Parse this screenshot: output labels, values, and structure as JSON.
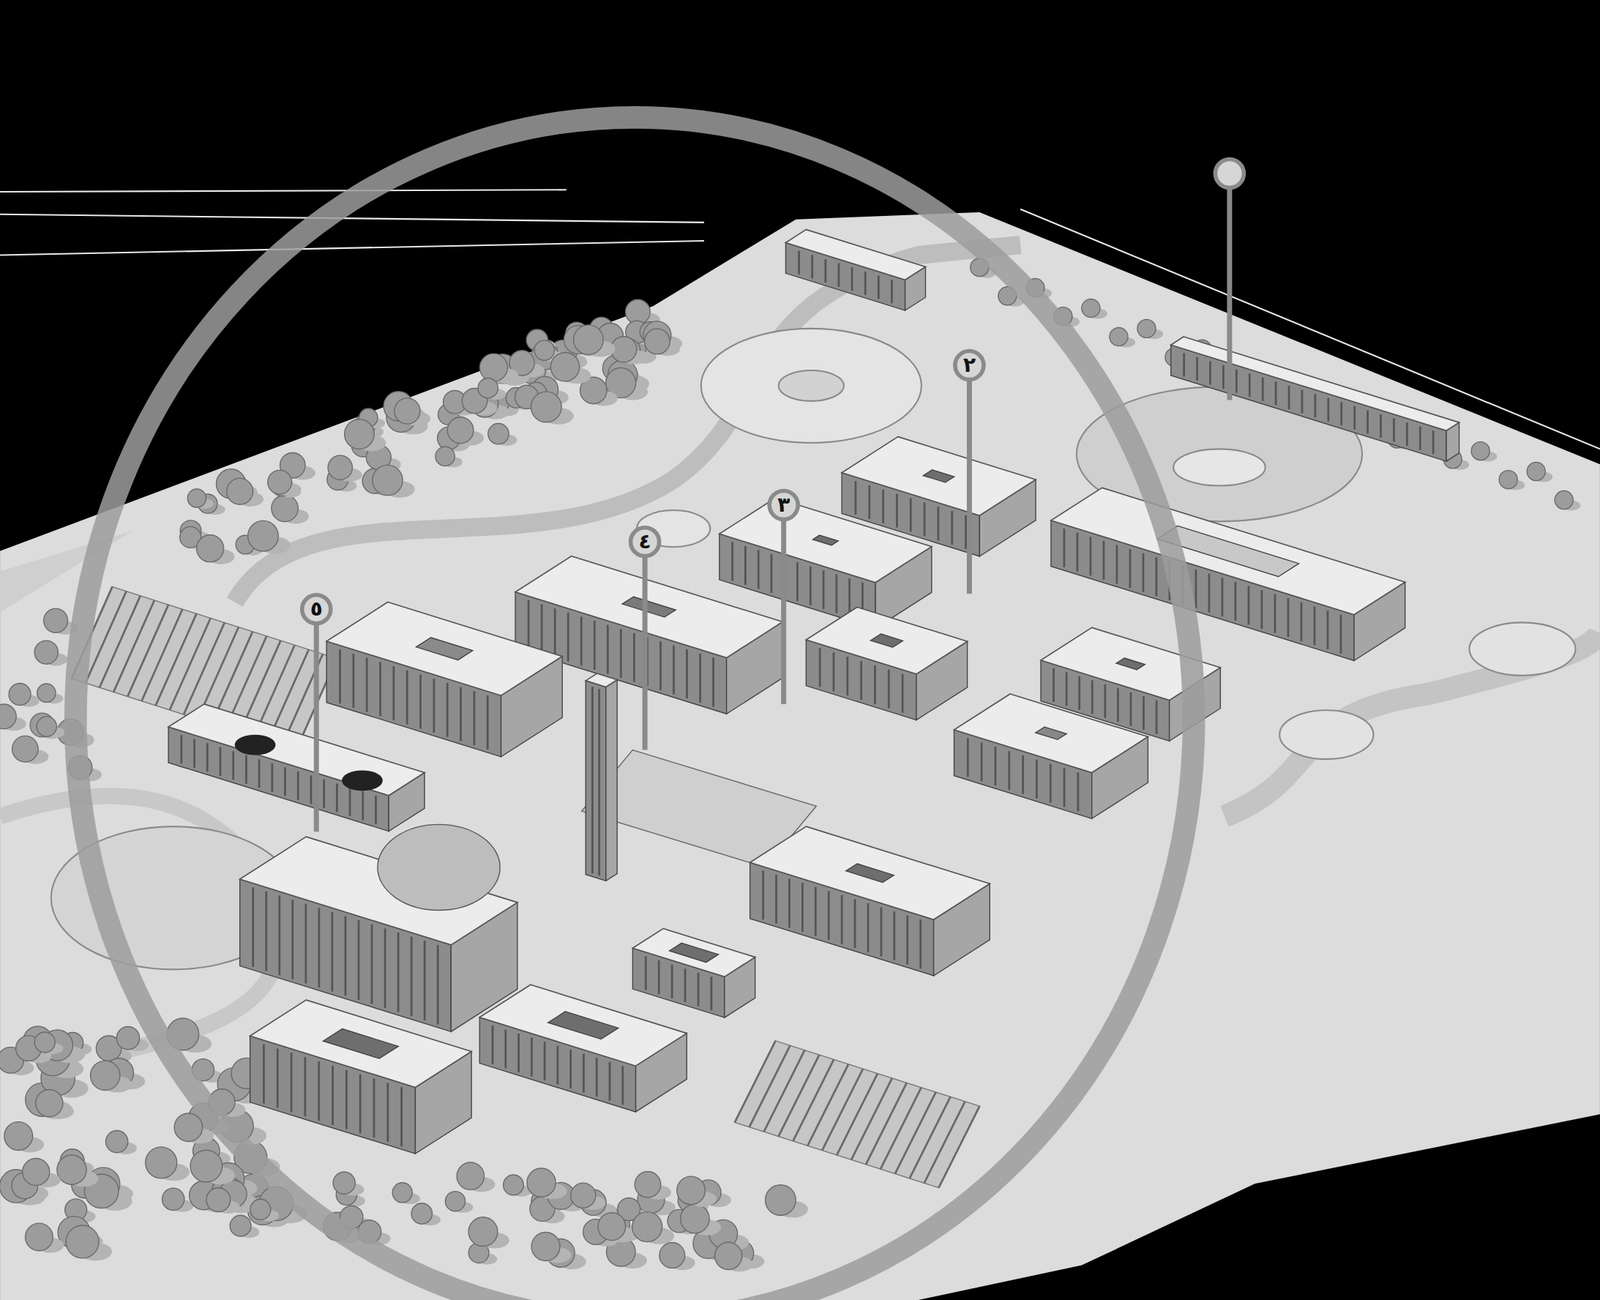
{
  "diagram": {
    "labels": [
      "٢",
      "٣",
      "٤",
      "٥"
    ]
  }
}
